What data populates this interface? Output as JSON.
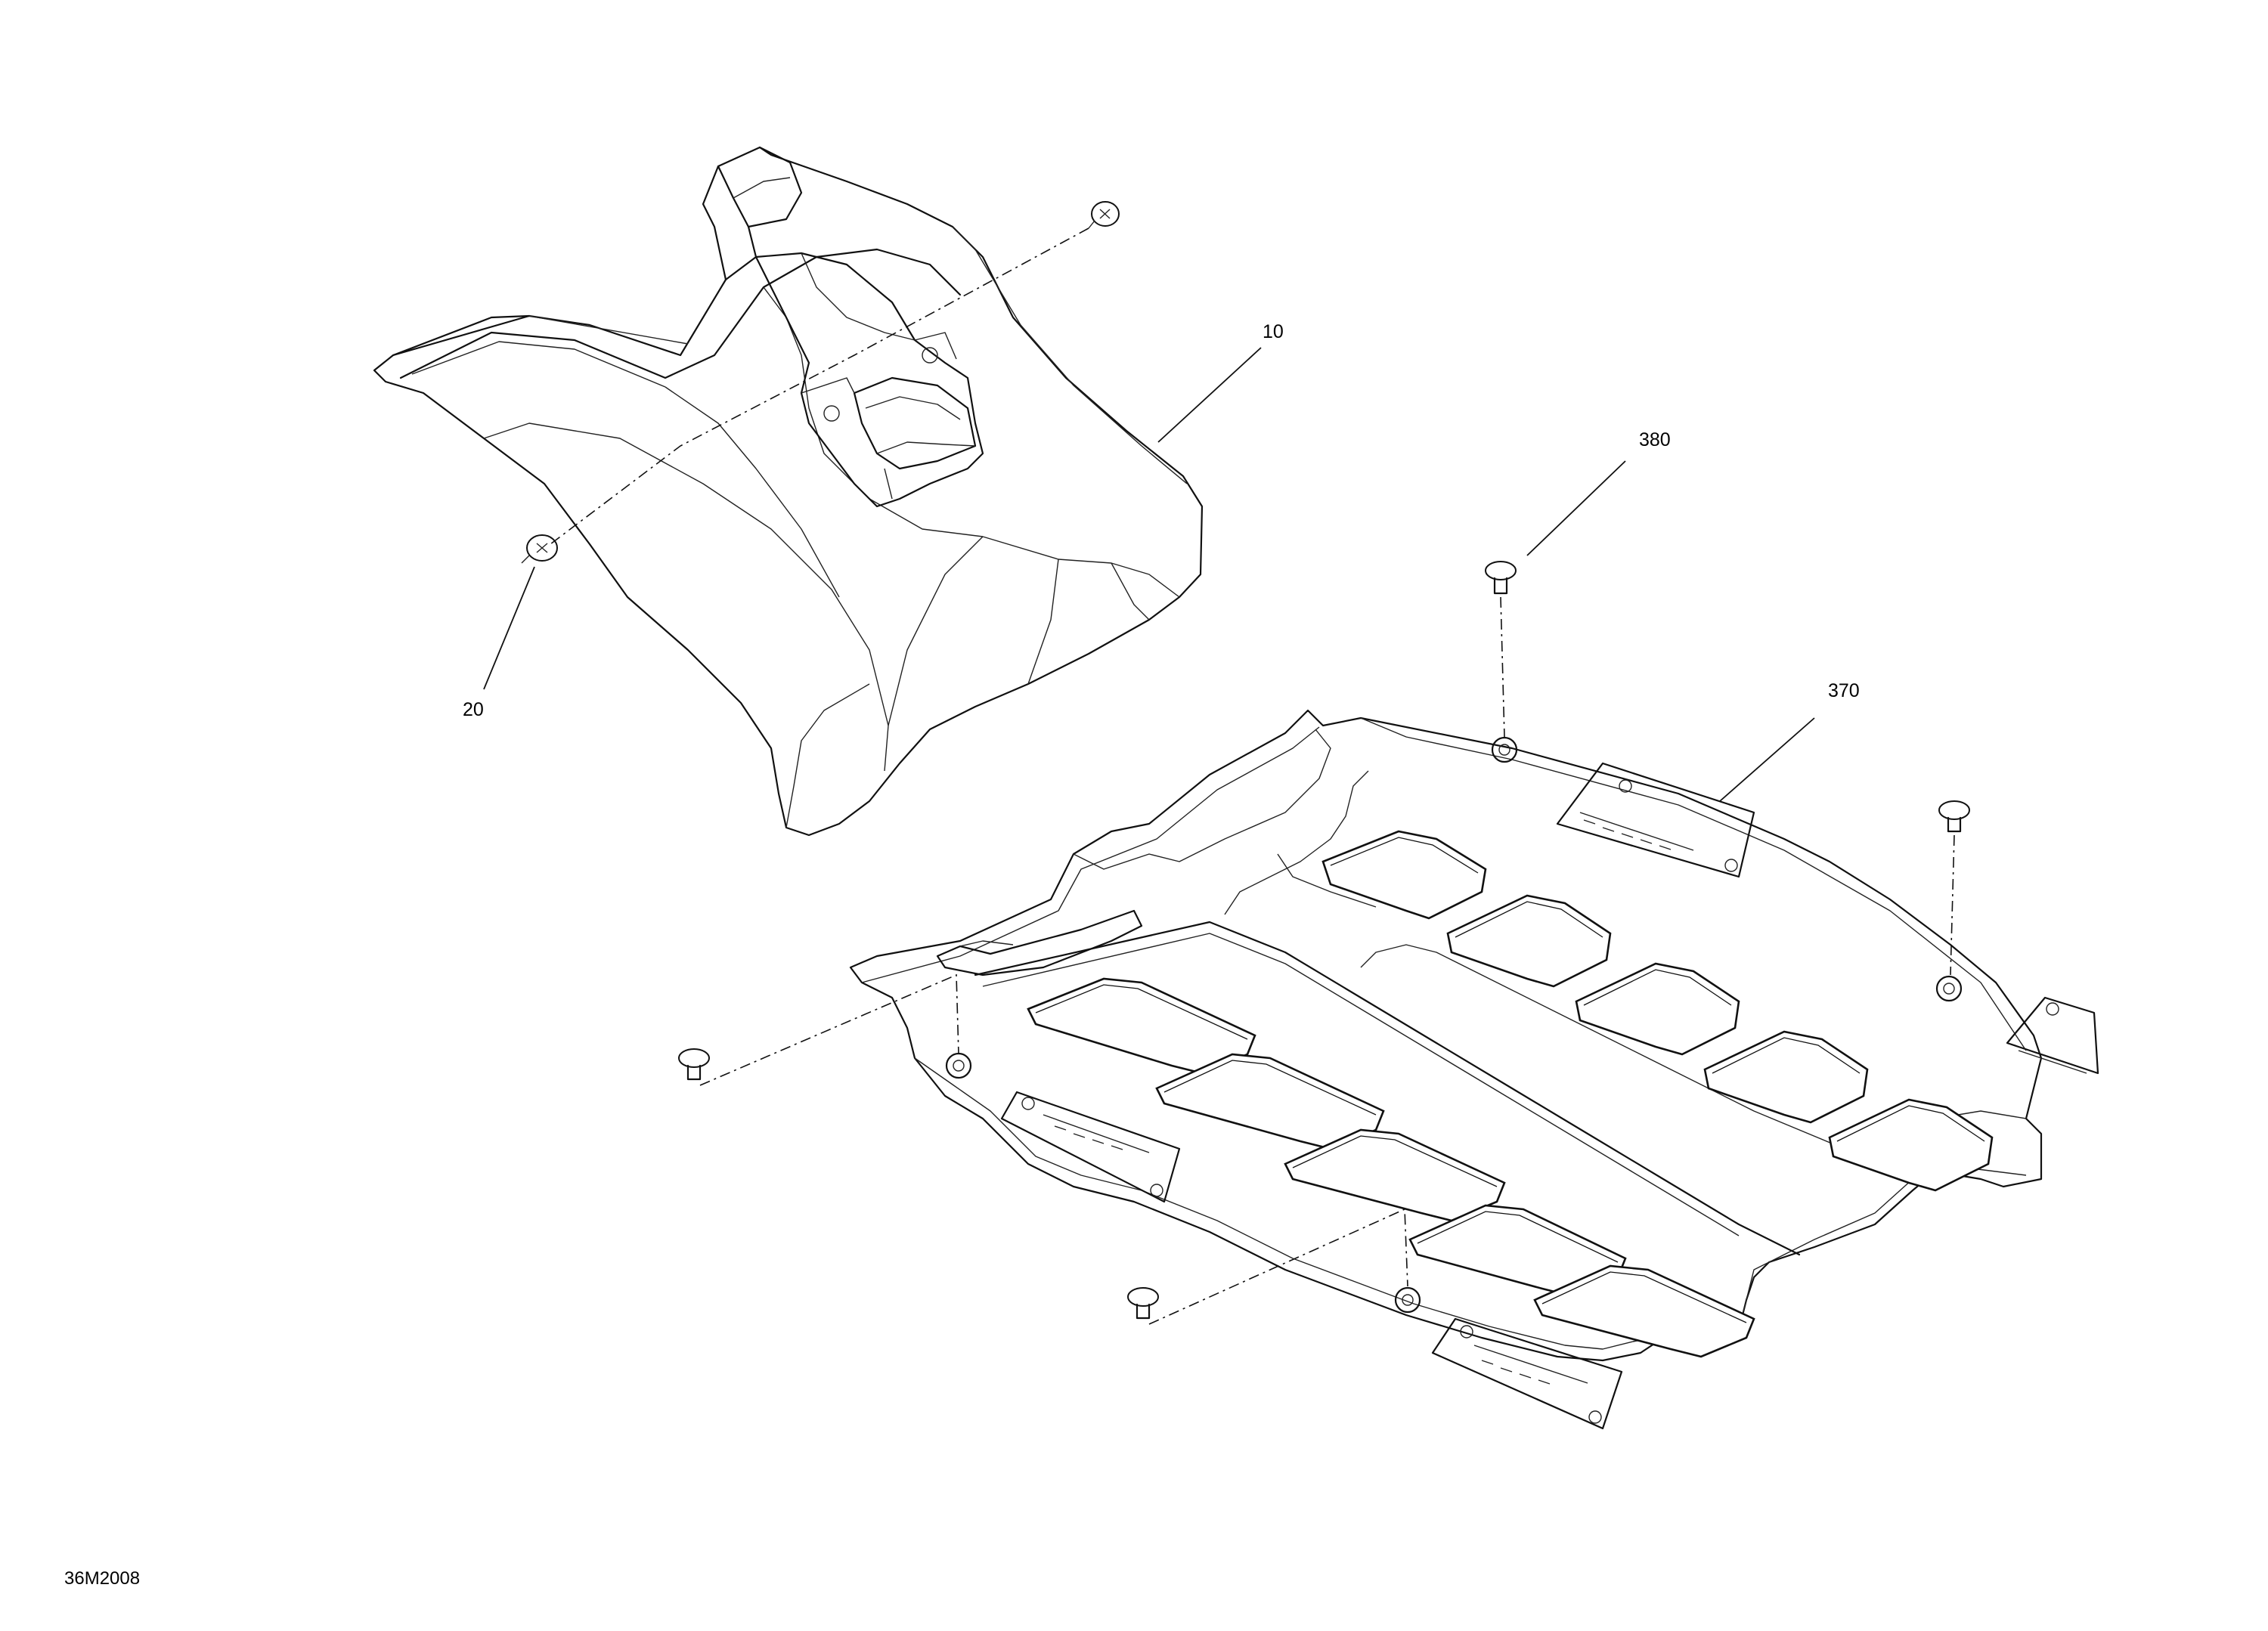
{
  "callouts": {
    "part_10": "10",
    "part_20": "20",
    "part_370": "370",
    "part_380": "380"
  },
  "figure_id": "36M2008"
}
